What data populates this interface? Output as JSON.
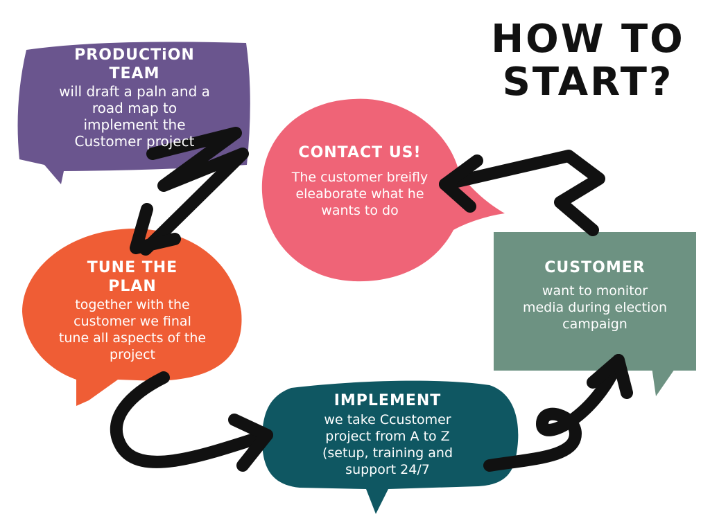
{
  "headline": {
    "line1": "HOW TO",
    "line2": "START?"
  },
  "colors": {
    "production": "#6a558e",
    "contact": "#ef6477",
    "tune": "#ef5d35",
    "implement": "#0f5762",
    "customer": "#6d9282",
    "arrow": "#111111"
  },
  "bubbles": {
    "production": {
      "title1": "PRODUCTiON",
      "title2": "TEAM",
      "body": [
        "will draft a paln and a",
        "road map to",
        "implement the",
        "Customer project"
      ]
    },
    "contact": {
      "title": "CONTACT US!",
      "body": [
        "The customer breifly",
        "eleaborate what he",
        "wants to do"
      ]
    },
    "tune": {
      "title1": "TUNE THE",
      "title2": "PLAN",
      "body": [
        "together with the",
        "customer we final",
        "tune all aspects of the",
        "project"
      ]
    },
    "implement": {
      "title": "IMPLEMENT",
      "body": [
        "we take Ccustomer",
        "project from A to Z",
        "(setup, training and",
        "support 24/7"
      ]
    },
    "customer": {
      "title": "CUSTOMER",
      "body": [
        "want to monitor",
        "media during election",
        "campaign"
      ]
    }
  }
}
